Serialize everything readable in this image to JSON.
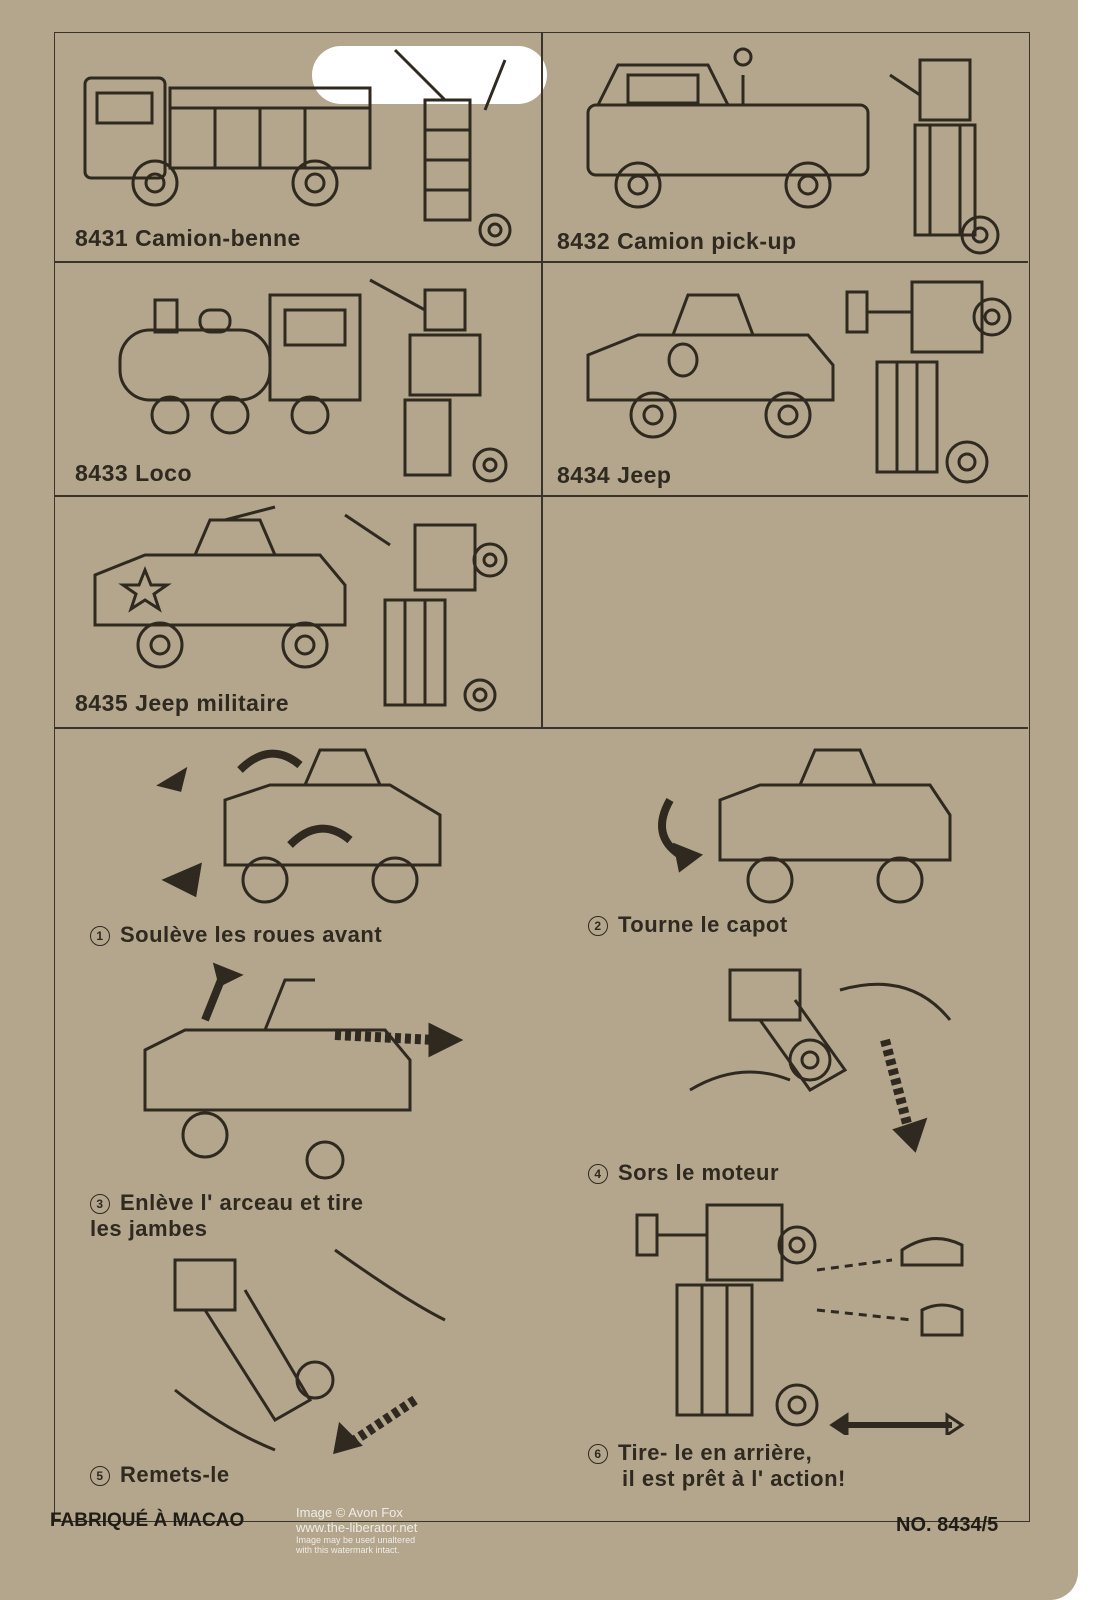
{
  "products": [
    {
      "number": "8431",
      "name": "Camion-benne",
      "icon": "dump-truck-icon"
    },
    {
      "number": "8432",
      "name": "Camion pick-up",
      "icon": "pickup-truck-icon"
    },
    {
      "number": "8433",
      "name": "Loco",
      "icon": "locomotive-icon"
    },
    {
      "number": "8434",
      "name": "Jeep",
      "icon": "jeep-icon"
    },
    {
      "number": "8435",
      "name": "Jeep militaire",
      "icon": "military-jeep-icon"
    }
  ],
  "steps": [
    {
      "num": "1",
      "text": "Soulève les roues avant"
    },
    {
      "num": "2",
      "text": "Tourne le capot"
    },
    {
      "num": "3",
      "line1": "Enlève l' arceau et tire",
      "line2": "les jambes"
    },
    {
      "num": "4",
      "text": "Sors le moteur"
    },
    {
      "num": "5",
      "text": "Remets-le"
    },
    {
      "num": "6",
      "line1": "Tire- le en arrière,",
      "line2": "il est prêt à l' action!"
    }
  ],
  "footer": {
    "made_in": "FABRIQUÉ À MACAO",
    "item_no": "NO. 8434/5",
    "watermark_line1": "Image © Avon Fox",
    "watermark_line2": "www.the-liberator.net",
    "watermark_line3": "Image may be used unaltered",
    "watermark_line4": "with this watermark intact."
  },
  "colors": {
    "cardboard": "#b4a68c",
    "ink": "#2f2920"
  }
}
